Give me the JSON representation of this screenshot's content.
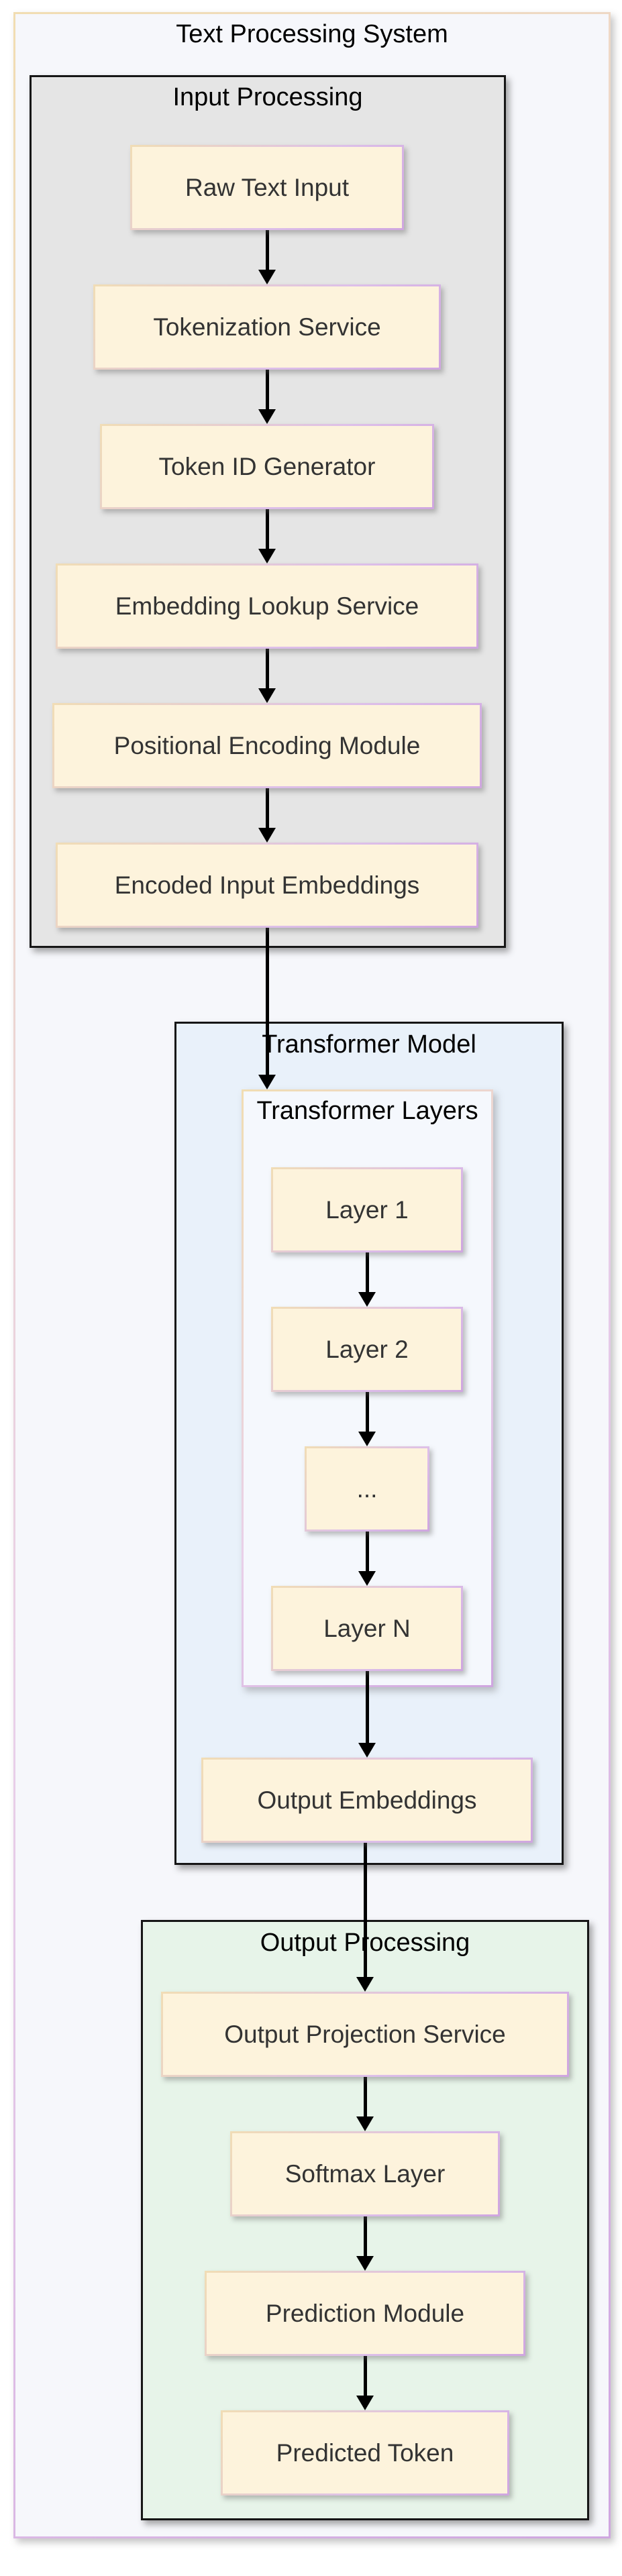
{
  "diagram_title": "Text Processing System",
  "sections": {
    "input": {
      "title": "Input Processing",
      "nodes": [
        {
          "label": "Raw Text Input"
        },
        {
          "label": "Tokenization Service"
        },
        {
          "label": "Token ID Generator"
        },
        {
          "label": "Embedding Lookup Service"
        },
        {
          "label": "Positional Encoding Module"
        },
        {
          "label": "Encoded Input Embeddings"
        }
      ]
    },
    "transformer": {
      "title": "Transformer Model",
      "layers_group": {
        "title": "Transformer Layers",
        "nodes": [
          {
            "label": "Layer 1"
          },
          {
            "label": "Layer 2"
          },
          {
            "label": "..."
          },
          {
            "label": "Layer N"
          }
        ]
      },
      "output_node": {
        "label": "Output Embeddings"
      }
    },
    "output": {
      "title": "Output Processing",
      "nodes": [
        {
          "label": "Output Projection Service"
        },
        {
          "label": "Softmax Layer"
        },
        {
          "label": "Prediction Module"
        },
        {
          "label": "Predicted Token"
        }
      ]
    }
  },
  "colors": {
    "page_background": "#ffffff",
    "outer_fill": "#f6f7fb",
    "outer_border_gradient_start": "#f1ddb2",
    "outer_border_gradient_end": "#cfa6e0",
    "input_cluster_fill": "#e5e5e5",
    "transformer_cluster_fill": "#e9f1fa",
    "layers_cluster_fill": "#f5f8fd",
    "output_cluster_fill": "#e7f4e9",
    "cluster_border_black": "#161616",
    "node_fill": "#fdf3dc",
    "node_border_gradient_start": "#f1ddb5",
    "node_border_gradient_end": "#cfa6e0",
    "node_text": "#333333",
    "title_text": "#000000",
    "arrow_color": "#000000"
  }
}
